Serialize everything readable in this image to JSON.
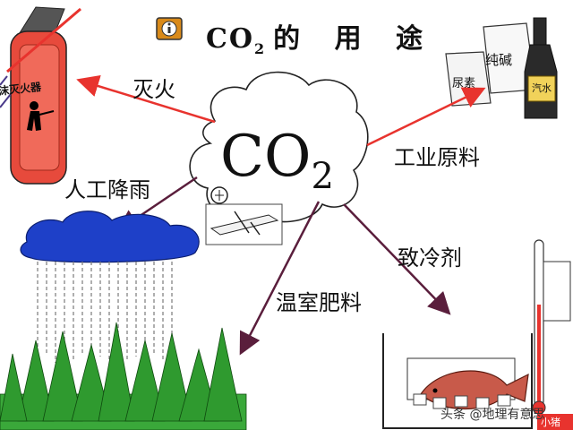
{
  "title": {
    "formula": "CO",
    "subscript": "2",
    "text": "的 用 途"
  },
  "center": {
    "formula": "CO",
    "subscript": "2"
  },
  "uses": {
    "fire": "灭火",
    "industry": "工业原料",
    "rain": "人工降雨",
    "greenhouse": "温室肥料",
    "refrigerant": "致冷剂"
  },
  "extinguisher_label": "泡沫灭火器",
  "industry_items": {
    "urea": "尿素",
    "soda": "纯碱",
    "drink": "汽水"
  },
  "corner_label": "小猪",
  "watermark": "头条 @地理有意思",
  "colors": {
    "arrow_red": "#e8332e",
    "arrow_dark": "#5a1e3c",
    "cloud_blue": "#1e40c8",
    "tree_green": "#2f9a2f",
    "extinguisher_red": "#e74a3c"
  }
}
